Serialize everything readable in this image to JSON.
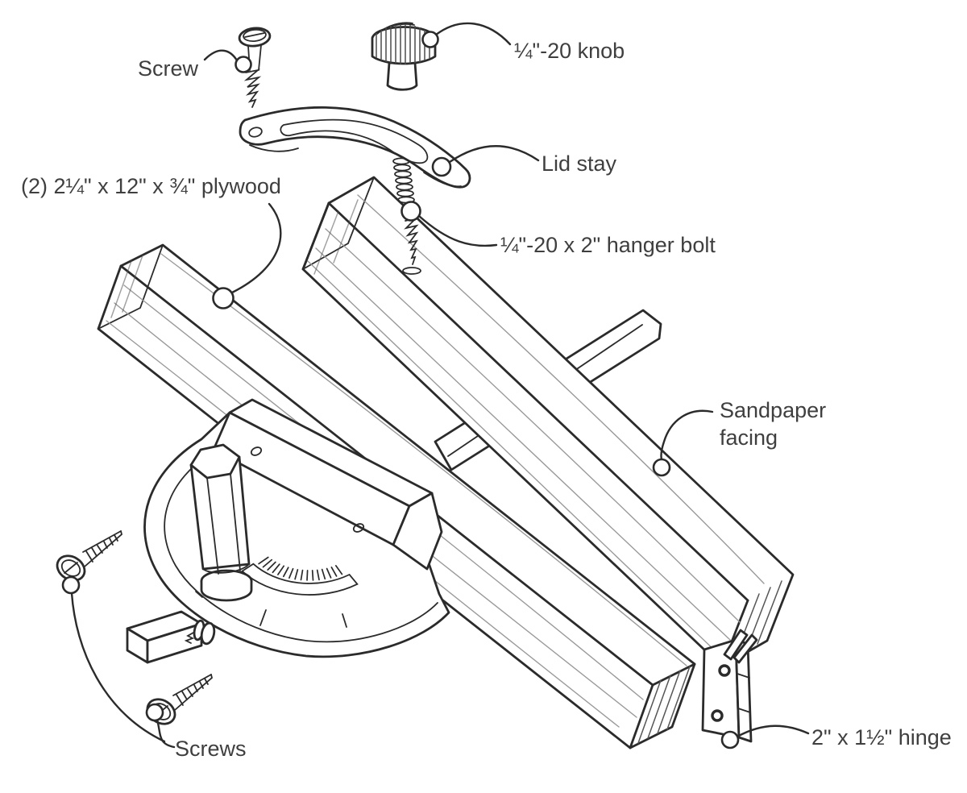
{
  "figure": {
    "background": "#ffffff",
    "line_color": "#2b2b2b",
    "grain_color": "#9a9a9a",
    "label_color": "#3f3f3f"
  },
  "labels": {
    "screw": "Screw",
    "knob": "¼\"-20 knob",
    "lid_stay": "Lid stay",
    "plywood": "(2) 2¼\" x 12\" x ¾\" plywood",
    "hanger_bolt": "¼\"-20 x 2\" hanger bolt",
    "sandpaper_line1": "Sandpaper",
    "sandpaper_line2": "facing",
    "screws": "Screws",
    "hinge": "2\" x 1½\" hinge"
  }
}
